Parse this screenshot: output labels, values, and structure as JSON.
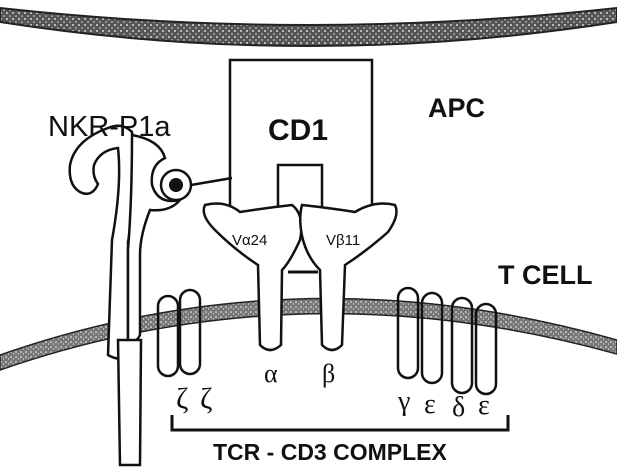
{
  "labels": {
    "apc": "APC",
    "t_cell": "T CELL",
    "nkr": "NKR-P1a",
    "cd1": "CD1",
    "va": "Vα24",
    "vb": "Vβ11",
    "alpha": "α",
    "beta": "β",
    "zeta1": "ζ",
    "zeta2": "ζ",
    "gamma": "γ",
    "epsilon1": "ε",
    "delta": "δ",
    "epsilon2": "ε",
    "complex": "TCR - CD3 COMPLEX"
  }
}
